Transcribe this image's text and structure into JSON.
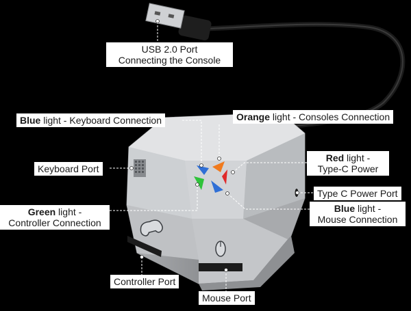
{
  "callouts": {
    "usb_port": {
      "line1": "USB 2.0 Port",
      "line2": "Connecting the Console"
    },
    "blue_keyboard": {
      "bold": "Blue",
      "rest": " light - Keyboard Connection"
    },
    "orange_consoles": {
      "bold": "Orange",
      "rest": " light - Consoles Connection"
    },
    "keyboard_port": {
      "text": "Keyboard Port"
    },
    "red_typec": {
      "bold": "Red",
      "rest": " light -",
      "line2": "Type-C Power"
    },
    "typec_port": {
      "text": "Type C Power Port"
    },
    "green_controller": {
      "bold": "Green",
      "rest": " light -",
      "line2": "Controller Connection"
    },
    "blue_mouse": {
      "bold": "Blue",
      "rest": " light -",
      "line2": "Mouse Connection"
    },
    "controller_port": {
      "text": "Controller Port"
    },
    "mouse_port": {
      "text": "Mouse Port"
    }
  },
  "colors": {
    "background": "#000000",
    "device_body": "#c7c9cc",
    "logo_blue": "#2f6fd6",
    "logo_orange": "#f07a1e",
    "logo_red": "#e02a2a",
    "logo_green": "#2fc23a",
    "leader_line": "#ffffff"
  },
  "icons": [
    "keyboard-grille-icon",
    "gamepad-icon",
    "mouse-icon",
    "usb-plug-icon"
  ]
}
